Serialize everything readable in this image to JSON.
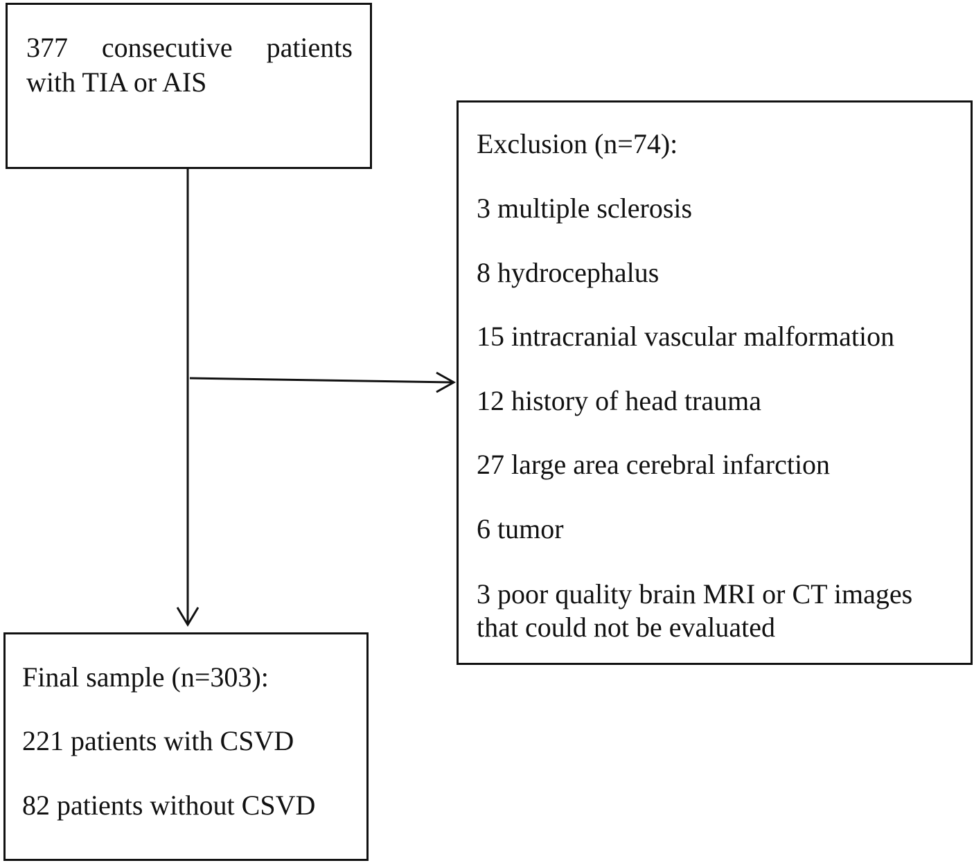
{
  "start_box": {
    "line1_words": [
      "377",
      "consecutive",
      "patients"
    ],
    "line2": "with TIA or AIS"
  },
  "exclusion_box": {
    "title": "Exclusion (n=74):",
    "items": [
      "3 multiple sclerosis",
      "8 hydrocephalus",
      "15 intracranial vascular malformation",
      "12 history of head trauma",
      "27 large area cerebral infarction",
      "6 tumor"
    ],
    "last_item_line1": "3 poor quality brain MRI or CT images",
    "last_item_line2": "that could not be evaluated"
  },
  "final_box": {
    "title": "Final sample (n=303):",
    "items": [
      "221 patients with CSVD",
      "82 patients without CSVD"
    ]
  }
}
